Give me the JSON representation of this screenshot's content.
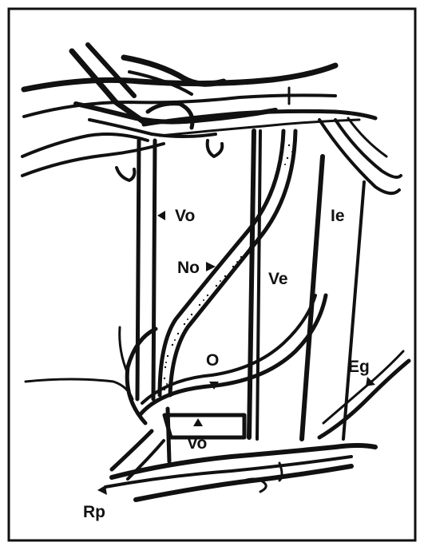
{
  "colors": {
    "ink": "#111111",
    "paper": "#ffffff"
  },
  "labels": {
    "vo_upper": "Vo",
    "no": "No",
    "ve": "Ve",
    "ie": "Ie",
    "o": "O",
    "eg": "Eg",
    "vo_lower": "Vo",
    "rp": "Rp"
  }
}
